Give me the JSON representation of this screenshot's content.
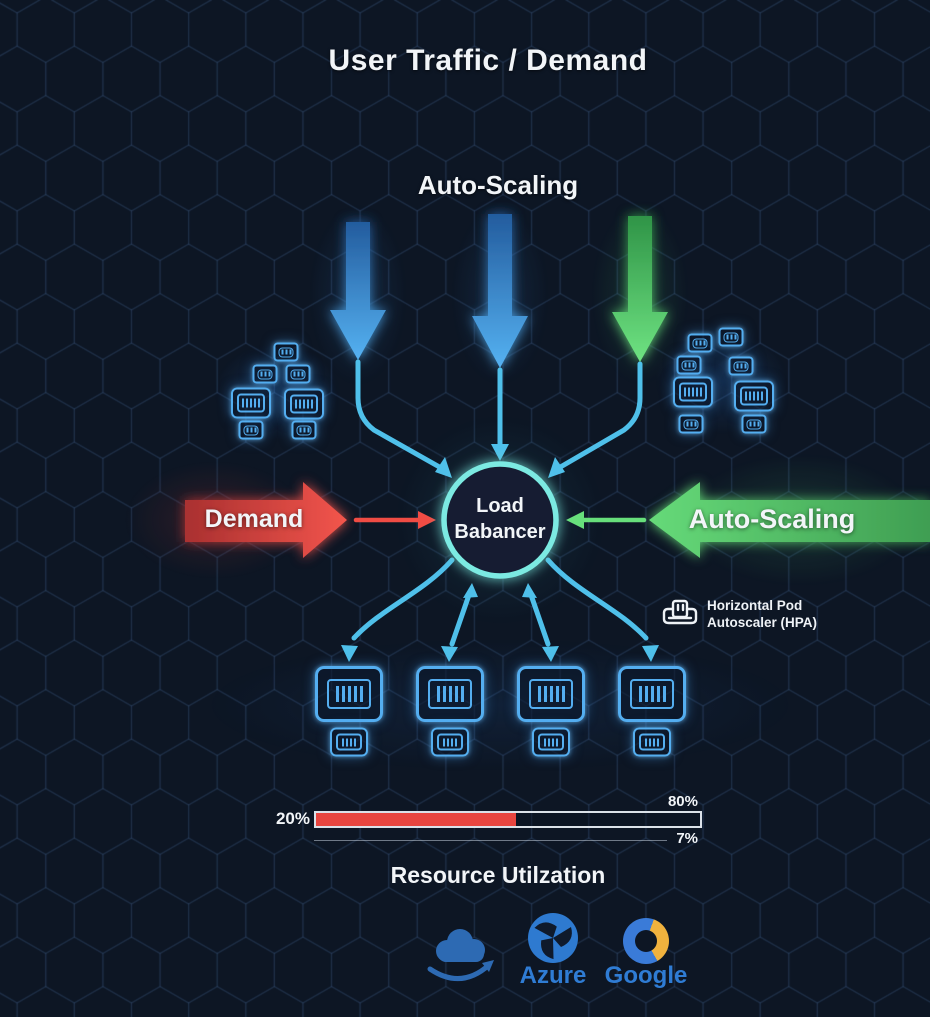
{
  "title": "User Traffic / Demand",
  "auto_scaling_top_label": "Auto-Scaling",
  "load_balancer": {
    "line1": "Load",
    "line2": "Babancer"
  },
  "demand_arrow_label": "Demand",
  "auto_scaling_arrow_label": "Auto-Scaling",
  "hpa_caption": {
    "line1": "Horizontal Pod",
    "line2": "Autoscaler (HPA)"
  },
  "utilization": {
    "title": "Resource Utilzation",
    "left_label": "20%",
    "top_right_label": "80%",
    "secondary_label": "7%",
    "fill_percent": 52
  },
  "providers": {
    "azure_label": "Azure",
    "google_label": "Google"
  },
  "icons": {
    "aws": "aws-cloud-smile-icon",
    "azure": "azure-sphere-icon",
    "google": "google-donut-icon",
    "hpa": "horizontal-pod-autoscaler-icon",
    "server": "server-icon"
  },
  "colors": {
    "background": "#0d1624",
    "hex_line": "#34507c",
    "blue_arrow": "#55b2f2",
    "green_arrow": "#6fe382",
    "red_arrow": "#e8473f",
    "circle_ring": "#7ceae2",
    "connector": "#4fc0ea",
    "server_outline": "#54aef0",
    "bar_fill": "#e8453f",
    "bar_border": "#dbe1e8",
    "logo_blue": "#2f7cd4",
    "logo_yellow": "#f0b23e"
  },
  "chart_data": {
    "type": "bar",
    "title": "Resource Utilzation",
    "categories": [
      "Resource Utilization"
    ],
    "values": [
      52
    ],
    "annotations": {
      "left": "20%",
      "right_top": "80%",
      "right_bottom": "7%"
    },
    "bar_color": "#e8453f",
    "xlim": [
      0,
      100
    ]
  }
}
